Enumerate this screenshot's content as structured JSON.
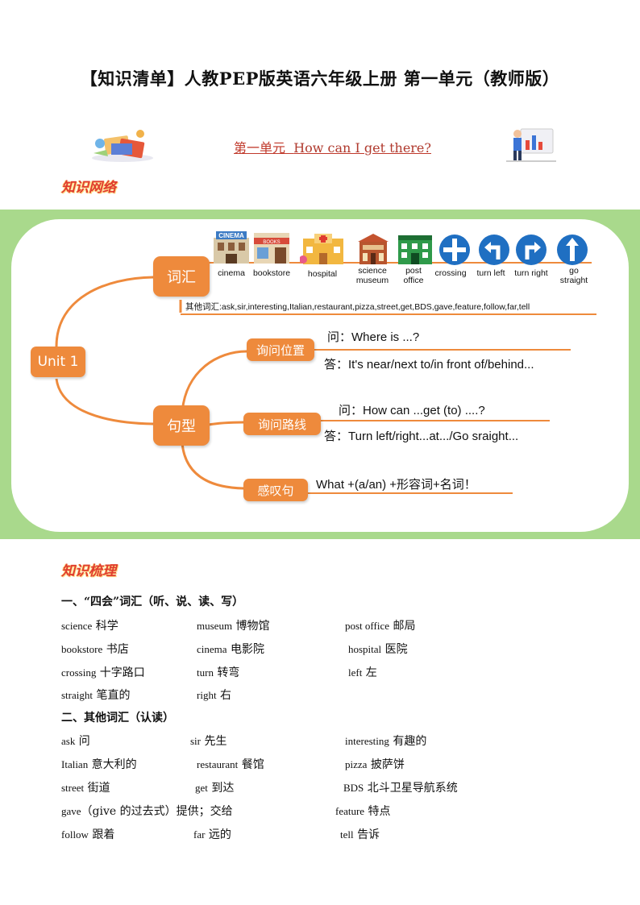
{
  "doc_title": "【知识清单】人教PEP版英语六年级上册 第一单元（教师版）",
  "unit_title_cn": "第一单元",
  "unit_title_en": "How can I get there?",
  "section1_label": "知识网络",
  "section2_label": "知识梳理",
  "mindmap": {
    "root": "Unit 1",
    "branch_vocab": "词汇",
    "branch_sentence": "句型",
    "vocab_items": [
      "cinema",
      "bookstore",
      "hospital",
      "science museum",
      "post office",
      "crossing",
      "turn left",
      "turn right",
      "go straight"
    ],
    "cinema_sign": "CINEMA",
    "books_sign": "BOOKS",
    "other_words": "其他词汇:ask,sir,interesting,Italian,restaurant,pizza,street,get,BDS,gave,feature,follow,far,tell",
    "sub_location": "询问位置",
    "loc_q": "问：Where is ...?",
    "loc_a": "答：It's near/next to/in front of/behind...",
    "sub_route": "询问路线",
    "route_q": "问：How can ...get (to) ....?",
    "route_a": "答：Turn left/right...at.../Go sraight...",
    "sub_exclaim": "感叹句",
    "exclaim": "What +(a/an) +形容词+名词！"
  },
  "section_four_skills": {
    "heading": "一、“四会”词汇（听、说、读、写）",
    "rows": [
      [
        [
          "science",
          "科学"
        ],
        [
          "museum",
          "博物馆"
        ],
        [
          "post office",
          "邮局"
        ]
      ],
      [
        [
          "bookstore",
          "书店"
        ],
        [
          "cinema",
          "电影院"
        ],
        [
          "hospital",
          "医院"
        ]
      ],
      [
        [
          "crossing",
          "十字路口"
        ],
        [
          "turn",
          "转弯"
        ],
        [
          "left",
          "左"
        ]
      ],
      [
        [
          "straight",
          "笔直的"
        ],
        [
          "right",
          "右"
        ]
      ]
    ]
  },
  "section_other": {
    "heading": "二、其他词汇（认读）",
    "rows": [
      [
        [
          "ask",
          "问"
        ],
        [
          "sir",
          "先生"
        ],
        [
          "interesting",
          "有趣的"
        ]
      ],
      [
        [
          "Italian",
          "意大利的"
        ],
        [
          "restaurant",
          "餐馆"
        ],
        [
          "pizza",
          "披萨饼"
        ]
      ],
      [
        [
          "street",
          "街道"
        ],
        [
          "get",
          "到达"
        ],
        [
          "BDS",
          "北斗卫星导航系统"
        ]
      ],
      [
        [
          "gave",
          "（give 的过去式）提供；交给"
        ],
        [
          "feature",
          "特点"
        ]
      ],
      [
        [
          "follow",
          "跟着"
        ],
        [
          "far",
          "远的"
        ],
        [
          "tell",
          "告诉"
        ]
      ]
    ]
  },
  "colors": {
    "accent_orange": "#ee8a3c",
    "band_green": "#a9d98c",
    "title_red": "#c0392b",
    "sign_blue": "#1f6fc2"
  }
}
